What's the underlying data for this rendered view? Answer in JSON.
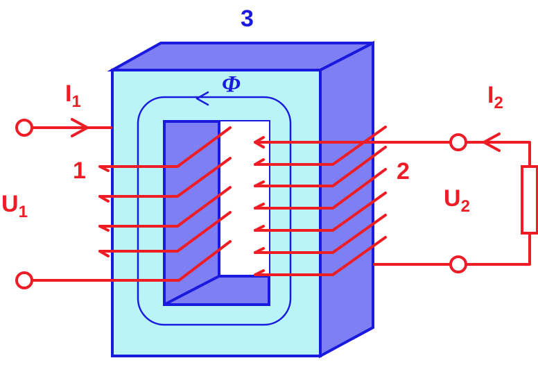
{
  "labels": {
    "core_number": "3",
    "flux": "Φ",
    "primary_winding_number": "1",
    "secondary_winding_number": "2",
    "i1_main": "I",
    "i1_sub": "1",
    "i2_main": "I",
    "i2_sub": "2",
    "u1_main": "U",
    "u1_sub": "1",
    "u2_main": "U",
    "u2_sub": "2"
  },
  "colors": {
    "wire": "#ee1c25",
    "core_edge": "#1a1adf",
    "core_front": "#b8f4f8",
    "core_side": "#7f7ff4",
    "window": "#ffffff"
  }
}
